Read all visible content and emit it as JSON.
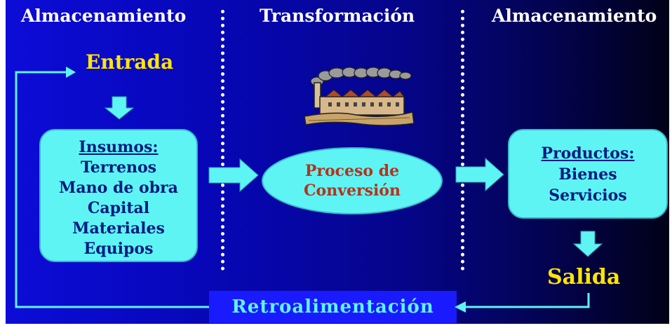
{
  "headers": {
    "left": "Almacenamiento",
    "center": "Transformación",
    "right": "Almacenamiento"
  },
  "entrada": "Entrada",
  "insumos": {
    "title": "Insumos:",
    "items": [
      "Terrenos",
      "Mano de obra",
      "Capital",
      "Materiales",
      "Equipos"
    ]
  },
  "proceso": {
    "line1": "Proceso de",
    "line2": "Conversión"
  },
  "productos": {
    "title": "Productos:",
    "items": [
      "Bienes",
      "Servicios"
    ]
  },
  "salida": "Salida",
  "retroalimentacion": "Retroalimentación",
  "icons": {
    "factory": "factory-icon"
  },
  "colors": {
    "box_fill": "#5ff4f4",
    "highlight_text": "#ffe600",
    "box_text": "#001a80",
    "process_text": "#b8321a"
  }
}
